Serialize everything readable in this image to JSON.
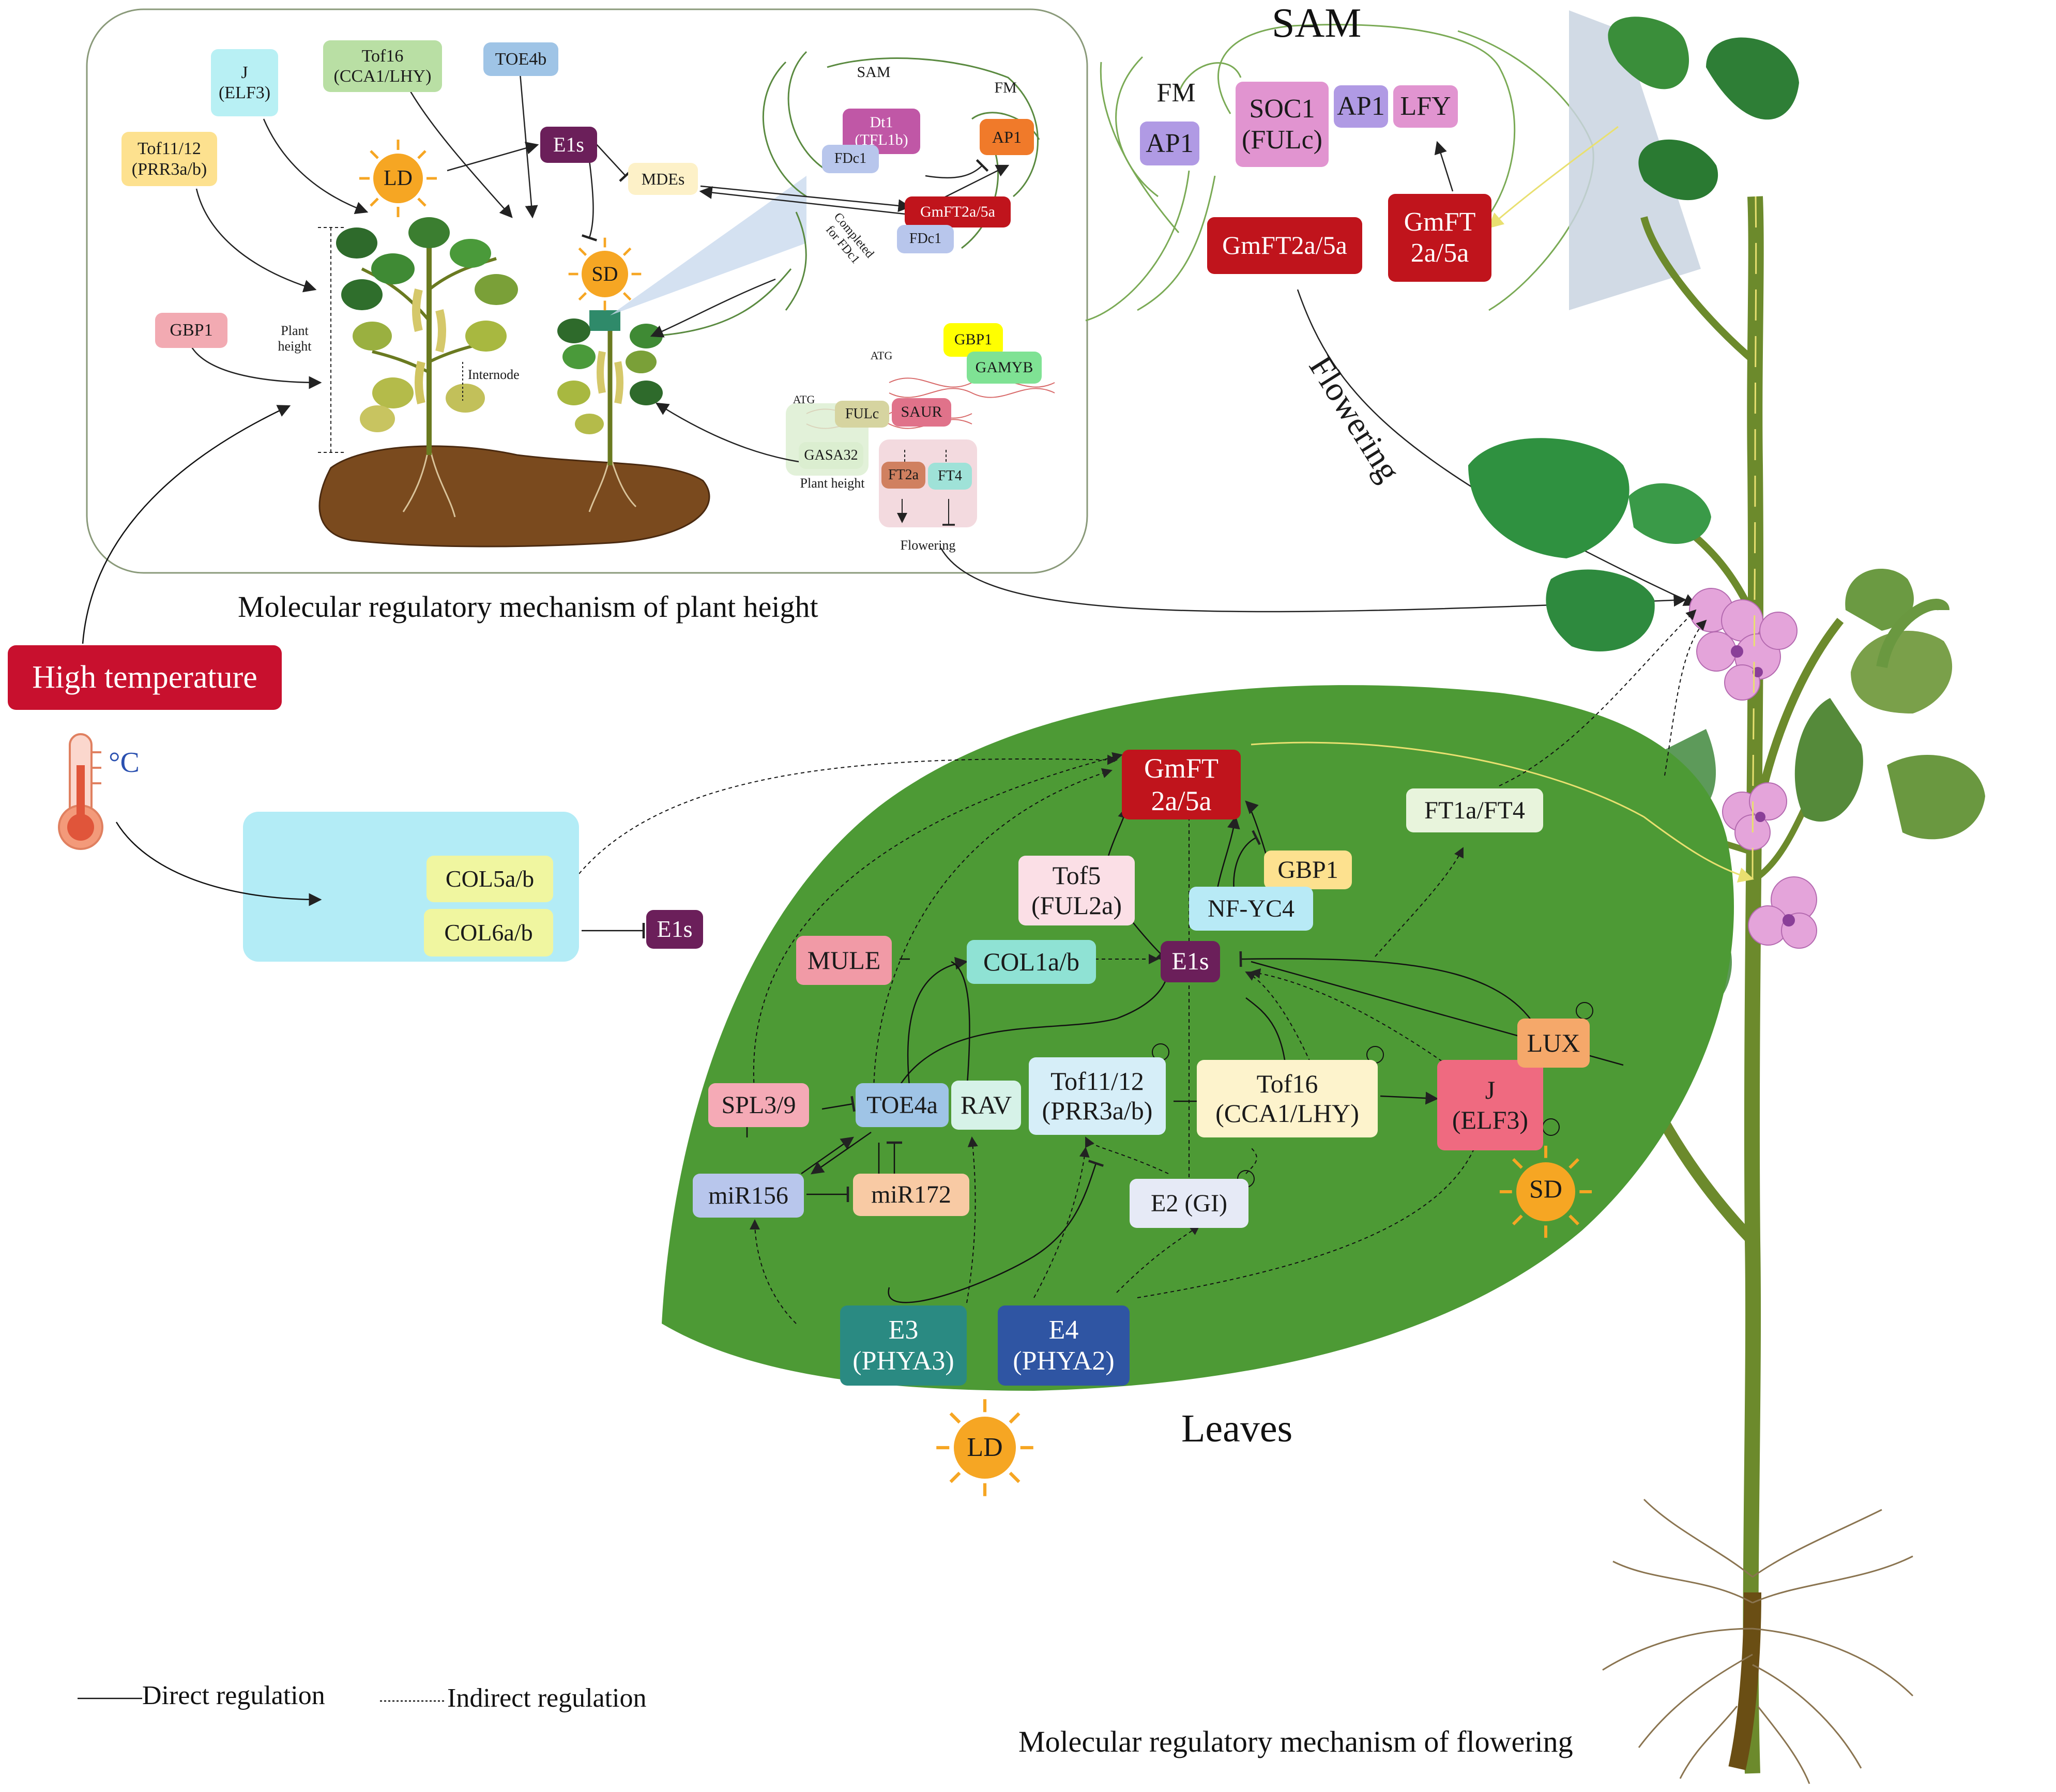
{
  "titles": {
    "plant_height": "Molecular regulatory mechanism of plant height",
    "flowering_mech": "Molecular regulatory mechanism of flowering",
    "sam": "SAM",
    "leaves": "Leaves",
    "flowering_arrow": "Flowering"
  },
  "legend": {
    "direct": "Direct regulation",
    "indirect": "Indirect regulation"
  },
  "high_temp": {
    "label": "High temperature",
    "unit": "°C",
    "col5": "COL5a/b",
    "col6": "COL6a/b",
    "e1s": "E1s"
  },
  "height_panel": {
    "j": "J\n(ELF3)",
    "tof16": "Tof16\n(CCA1/LHY)",
    "toe4b": "TOE4b",
    "tof11": "Tof11/12\n(PRR3a/b)",
    "gbp1": "GBP1",
    "ld": "LD",
    "sd": "SD",
    "e1s": "E1s",
    "mdes": "MDEs",
    "plant_height_axis": "Plant\nheight",
    "internode": "Internode",
    "sam": "SAM",
    "fm": "FM",
    "dt1": "Dt1\n(TFL1b)",
    "fdc1_top": "FDc1",
    "ap1": "AP1",
    "gmft": "GmFT2a/5a",
    "fdc1_bot": "FDc1",
    "completed": "Completed\nfor FDc1",
    "gbp1_b": "GBP1",
    "gamyb": "GAMYB",
    "atg1": "ATG",
    "atg2": "ATG",
    "fulc": "FULc",
    "saur": "SAUR",
    "gasa32": "GASA32",
    "plant_height_lbl": "Plant height",
    "ft2a": "FT2a",
    "ft4": "FT4",
    "flowering_lbl": "Flowering"
  },
  "sam_panel": {
    "fm": "FM",
    "ap1_left": "AP1",
    "soc1": "SOC1\n(FULc)",
    "ap1": "AP1",
    "lfy": "LFY",
    "gmft_left": "GmFT2a/5a",
    "gmft_right": "GmFT\n2a/5a"
  },
  "leaf_panel": {
    "gmft": "GmFT\n2a/5a",
    "ft1a": "FT1a/FT4",
    "gbp1": "GBP1",
    "tof5": "Tof5\n(FUL2a)",
    "nfyc4": "NF-YC4",
    "mule": "MULE",
    "col1": "COL1a/b",
    "e1s": "E1s",
    "spl": "SPL3/9",
    "toe4a": "TOE4a",
    "rav": "RAV",
    "tof11": "Tof11/12\n(PRR3a/b)",
    "tof16": "Tof16\n(CCA1/LHY)",
    "j": "J\n(ELF3)",
    "lux": "LUX",
    "mir156": "miR156",
    "mir172": "miR172",
    "e2": "E2 (GI)",
    "sd": "SD",
    "e3": "E3\n(PHYA3)",
    "e4": "E4\n(PHYA2)",
    "ld": "LD"
  },
  "colors": {
    "leaf": "#4d9a35",
    "dark_red": "#c0141c",
    "purple": "#6b1f5a",
    "cyan_box": "#b3ecf6",
    "teal": "#2a8a82",
    "blue": "#2f55a3",
    "sun": "#f6a623"
  }
}
